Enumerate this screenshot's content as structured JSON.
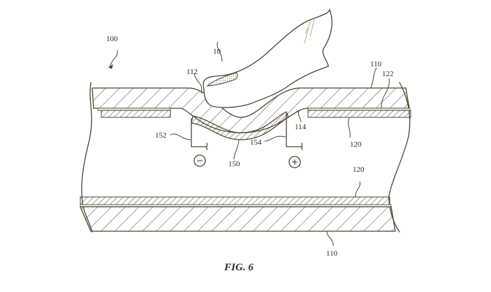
{
  "figure": {
    "caption": "FIG. 6",
    "colors": {
      "line": "#4a4530",
      "background": "#ffffff"
    }
  },
  "labels": {
    "device": "100",
    "finger": "10",
    "cover_top": "110",
    "cover_bottom": "110",
    "deformation_left": "112",
    "deformation_right": "114",
    "layer_top": "120",
    "layer_bottom": "120",
    "adhesive": "122",
    "actuator": "150",
    "electrode_left": "152",
    "electrode_right": "154"
  },
  "polarity": {
    "negative": "−",
    "positive": "+"
  }
}
